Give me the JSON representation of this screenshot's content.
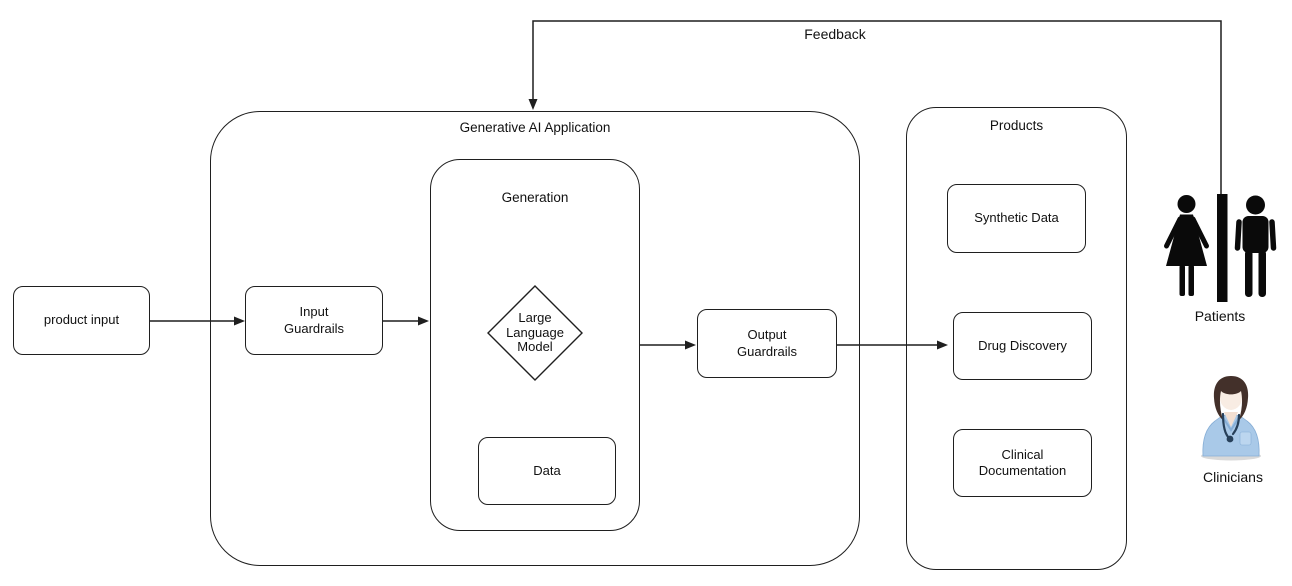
{
  "diagram": {
    "title_area": {
      "feedback_label": "Feedback"
    },
    "containers": {
      "gen_ai_app": {
        "title": "Generative AI Application"
      },
      "generation": {
        "title": "Generation"
      },
      "products": {
        "title": "Products"
      }
    },
    "nodes": {
      "product_input": {
        "label": "product input",
        "shape": "rounded-rect"
      },
      "input_guardrails": {
        "label": "Input Guardrails",
        "shape": "rounded-rect"
      },
      "llm": {
        "label": "Large Language Model",
        "shape": "diamond"
      },
      "data": {
        "label": "Data",
        "shape": "rounded-rect"
      },
      "output_guardrails": {
        "label": "Output Guardrails",
        "shape": "rounded-rect"
      },
      "synthetic_data": {
        "label": "Synthetic Data",
        "shape": "rounded-rect"
      },
      "drug_discovery": {
        "label": "Drug Discovery",
        "shape": "rounded-rect"
      },
      "clinical_documentation": {
        "label": "Clinical Documentation",
        "shape": "rounded-rect"
      }
    },
    "actors": {
      "patients": {
        "label": "Patients",
        "icon": "restroom-man-woman-icon"
      },
      "clinicians": {
        "label": "Clinicians",
        "icon": "female-clinician-stethoscope-icon"
      }
    },
    "edges": [
      {
        "from": "product_input",
        "to": "input_guardrails",
        "type": "arrow"
      },
      {
        "from": "input_guardrails",
        "to": "generation",
        "type": "arrow"
      },
      {
        "from": "generation",
        "to": "output_guardrails",
        "type": "arrow"
      },
      {
        "from": "output_guardrails",
        "to": "drug_discovery",
        "type": "arrow"
      },
      {
        "from": "patients",
        "to": "gen_ai_app",
        "type": "arrow",
        "label": "Feedback"
      }
    ],
    "colors": {
      "background": "#ffffff",
      "line": "#1f1f1f",
      "text": "#111111",
      "figure_black": "#0a0a0a",
      "scrubs_blue": "#a9c9e8",
      "scrubs_blue_dark": "#86aed6",
      "skin": "#f8ece3",
      "hair_brown": "#43302a",
      "stethoscope_navy": "#27405a",
      "shadow_gray": "#d9d9d9"
    }
  }
}
